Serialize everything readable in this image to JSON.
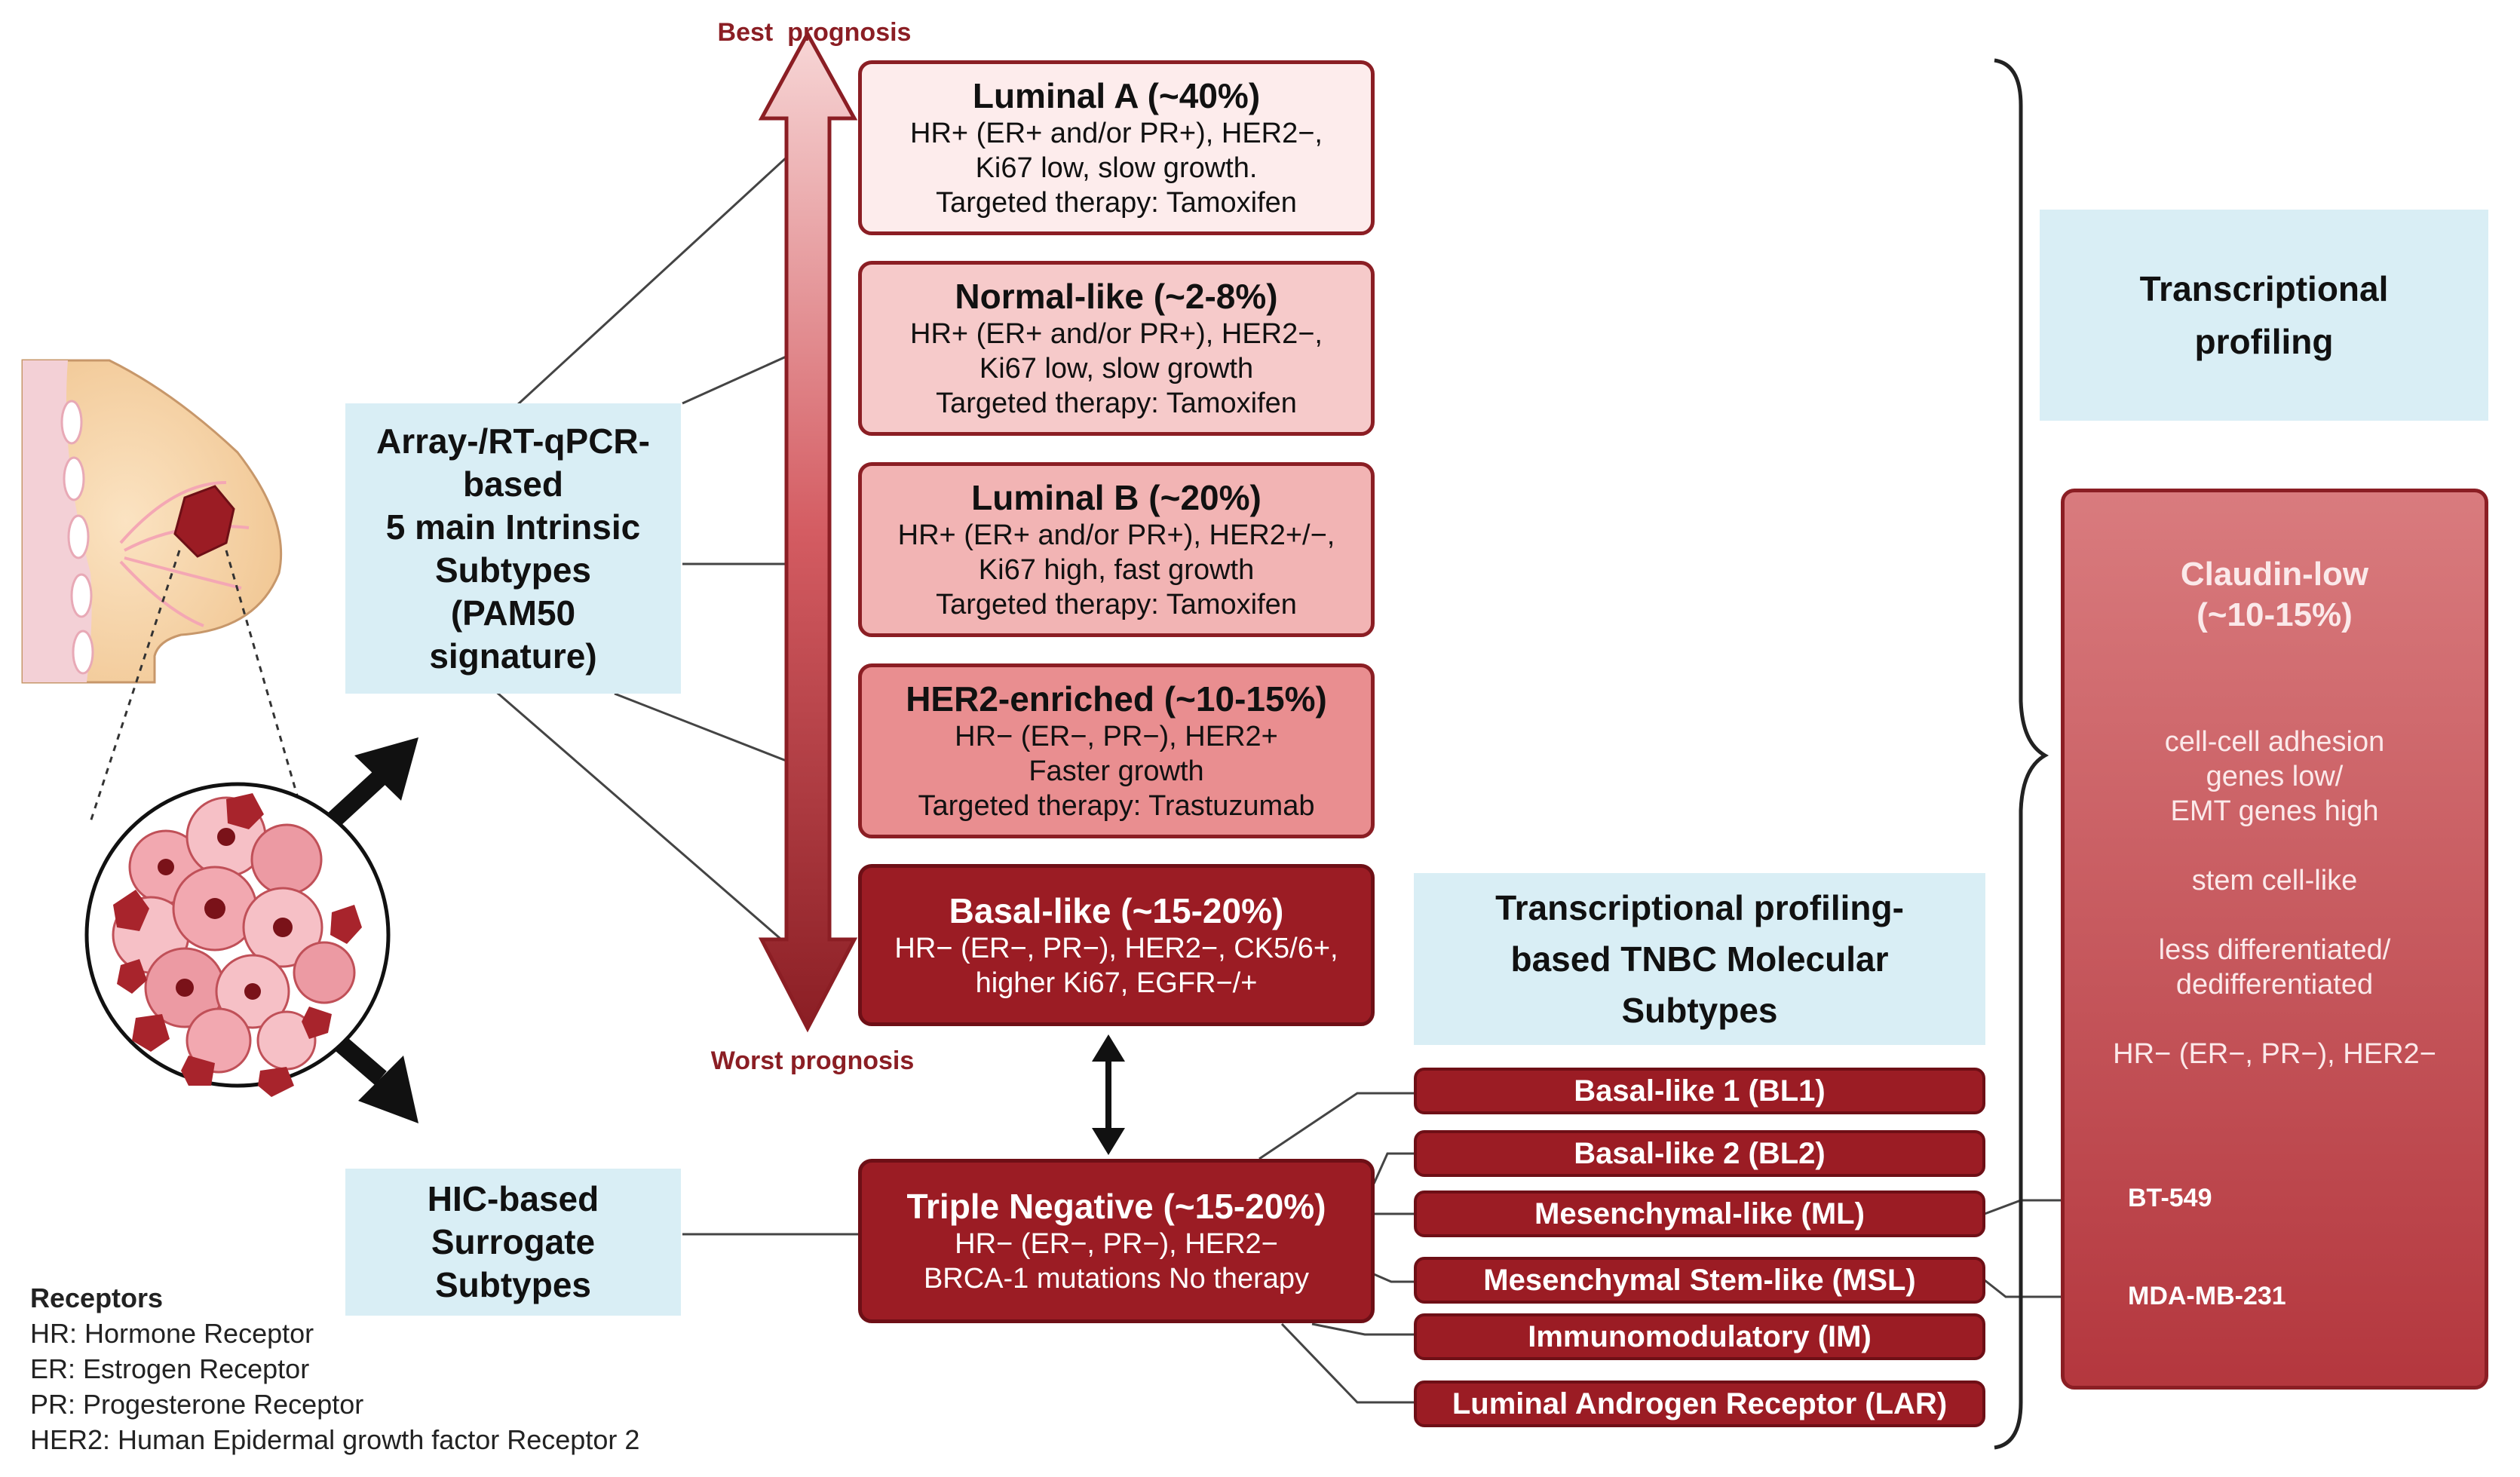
{
  "prognosis": {
    "best": "Best  prognosis",
    "worst": "Worst prognosis"
  },
  "pam50_box": {
    "lines": [
      "Array-/RT-qPCR-",
      "based",
      "5 main Intrinsic",
      "Subtypes",
      "(PAM50",
      "signature)"
    ]
  },
  "hic_box": {
    "lines": [
      "HIC-based",
      "Surrogate",
      "Subtypes"
    ]
  },
  "intrinsic_subtypes": [
    {
      "title": "Luminal A (~40%)",
      "lines": [
        "HR+ (ER+ and/or PR+), HER2−,",
        "Ki67 low, slow growth.",
        "Targeted therapy: Tamoxifen"
      ],
      "fill": "#fdecec",
      "text_color": "#111111"
    },
    {
      "title": "Normal-like (~2-8%)",
      "lines": [
        "HR+ (ER+ and/or PR+), HER2−,",
        "Ki67 low, slow  growth",
        "Targeted therapy: Tamoxifen"
      ],
      "fill": "#f6caca",
      "text_color": "#111111"
    },
    {
      "title": "Luminal B (~20%)",
      "lines": [
        "HR+ (ER+ and/or PR+), HER2+/−,",
        "Ki67 high, fast  growth",
        "Targeted therapy: Tamoxifen"
      ],
      "fill": "#f2b4b4",
      "text_color": "#111111"
    },
    {
      "title": "HER2-enriched (~10-15%)",
      "lines": [
        "HR− (ER−, PR−), HER2+",
        "Faster growth",
        "Targeted therapy: Trastuzumab"
      ],
      "fill": "#e98e90",
      "text_color": "#111111"
    },
    {
      "title": "Basal-like (~15-20%)",
      "lines": [
        "HR− (ER−, PR−), HER2−, CK5/6+,",
        "higher Ki67, EGFR−/+"
      ],
      "fill": "#9b1c24",
      "text_color": "#ffffff"
    }
  ],
  "triple_negative": {
    "title": "Triple Negative (~15-20%)",
    "lines": [
      "HR− (ER−, PR−), HER2−",
      "BRCA-1 mutations No therapy"
    ]
  },
  "tnbc_header": {
    "lines": [
      "Transcriptional profiling-",
      "based TNBC Molecular",
      "Subtypes"
    ]
  },
  "tnbc_subtypes": [
    "Basal-like 1 (BL1)",
    "Basal-like 2 (BL2)",
    "Mesenchymal-like (ML)",
    "Mesenchymal Stem-like (MSL)",
    "Immunomodulatory (IM)",
    "Luminal Androgen Receptor (LAR)"
  ],
  "transcriptional_box": {
    "lines": [
      "Transcriptional",
      "profiling"
    ]
  },
  "claudin_low": {
    "title_lines": [
      "Claudin-low",
      "(~10-15%)"
    ],
    "features": [
      "cell-cell adhesion",
      "genes low/",
      "EMT genes high",
      "",
      "stem cell-like",
      "",
      "less differentiated/",
      "dedifferentiated",
      "",
      "HR− (ER−, PR−), HER2−"
    ]
  },
  "cell_lines": [
    "BT-549",
    "MDA-MB-231"
  ],
  "legend": {
    "title": "Receptors",
    "items": [
      "HR: Hormone Receptor",
      "ER: Estrogen Receptor",
      "PR: Progesterone Receptor",
      "HER2: Human Epidermal growth factor Receptor 2"
    ]
  },
  "colors": {
    "dark_red": "#8b1e24",
    "light_blue": "#d9eef5",
    "claudin_fill": "#c4585c"
  }
}
